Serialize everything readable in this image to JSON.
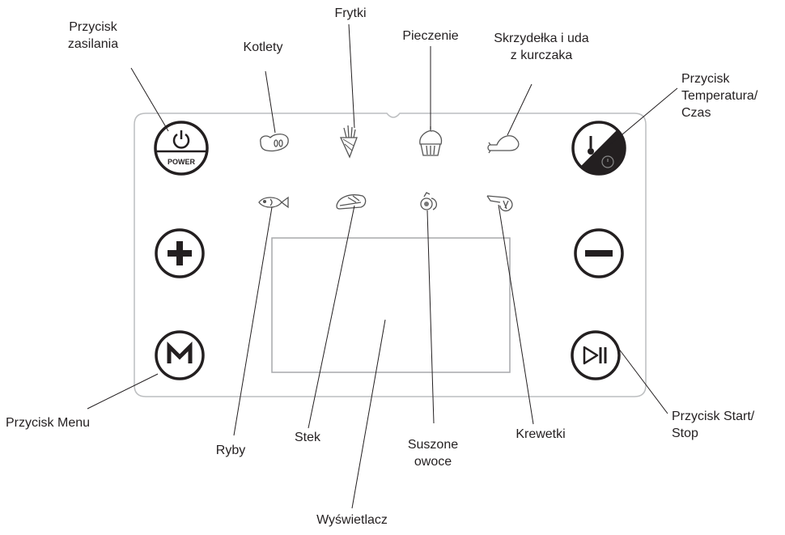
{
  "panel": {
    "power_text": "POWER",
    "colors": {
      "stroke": "#231f20",
      "panel_border": "#bcbec0",
      "display_border": "#a7a9ac",
      "icon": "#555555"
    }
  },
  "icons": [
    "power-icon",
    "plus-icon",
    "menu-m-icon",
    "temperature-time-icon",
    "minus-icon",
    "play-pause-icon",
    "cutlet-icon",
    "fries-icon",
    "cupcake-icon",
    "chicken-leg-icon",
    "fish-icon",
    "steak-icon",
    "dried-fruit-icon",
    "shrimp-icon"
  ],
  "labels": {
    "power": [
      "Przycisk",
      "zasilania"
    ],
    "cutlets": "Kotlety",
    "fries": "Frytki",
    "baking": "Pieczenie",
    "wings": [
      "Skrzydełka i uda",
      "z kurczaka"
    ],
    "temp_time": [
      "Przycisk",
      "Temperatura/",
      "Czas"
    ],
    "menu": "Przycisk Menu",
    "fish": "Ryby",
    "steak": "Stek",
    "dried_fruit": [
      "Suszone",
      "owoce"
    ],
    "shrimp": "Krewetki",
    "start_stop": [
      "Przycisk Start/",
      "Stop"
    ],
    "display": "Wyświetlacz"
  }
}
